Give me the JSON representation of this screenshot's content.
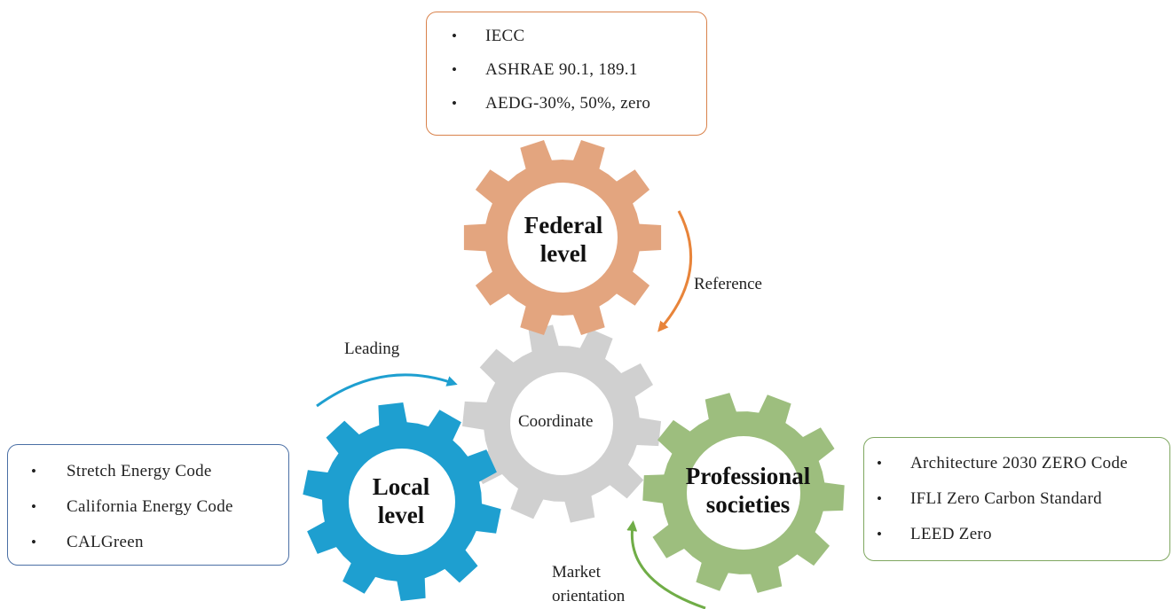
{
  "federal": {
    "title_line1": "Federal",
    "title_line2": "level",
    "color": "#E3A57F",
    "items": [
      "IECC",
      "ASHRAE 90.1, 189.1",
      "AEDG-30%, 50%, zero"
    ],
    "border_color": "#D9824B"
  },
  "coordinate": {
    "label": "Coordinate",
    "color": "#D0D0D0"
  },
  "local": {
    "title_line1": "Local",
    "title_line2": "level",
    "color": "#1E9FD0",
    "items": [
      "Stretch Energy Code",
      "California Energy Code",
      "CALGreen"
    ],
    "border_color": "#4A6FA5"
  },
  "professional": {
    "title_line1": "Professional",
    "title_line2": "societies",
    "color": "#9DBE7E",
    "items": [
      "Architecture 2030 ZERO Code",
      "IFLI Zero Carbon Standard",
      "LEED Zero"
    ],
    "border_color": "#7FA760"
  },
  "arrows": {
    "reference": {
      "label": "Reference",
      "color": "#E8843A"
    },
    "leading": {
      "label": "Leading",
      "color": "#1E9FD0"
    },
    "market": {
      "label_line1": "Market",
      "label_line2": "orientation",
      "color": "#70AD47"
    }
  }
}
